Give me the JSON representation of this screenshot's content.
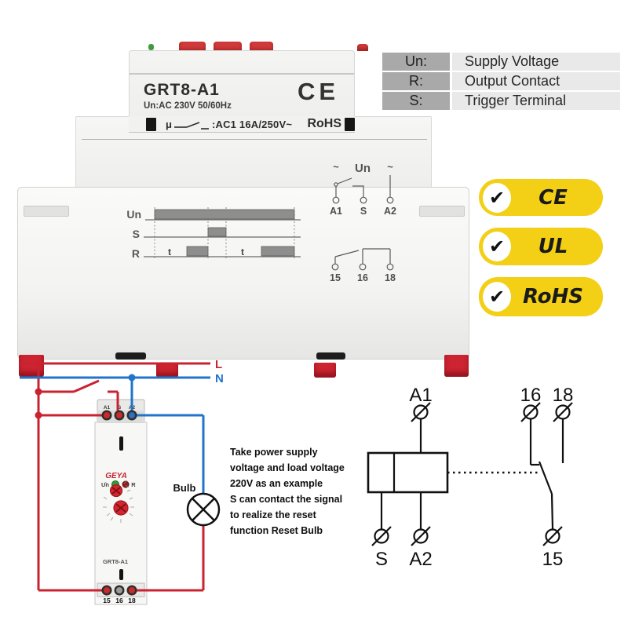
{
  "device": {
    "model": "GRT8-A1",
    "supply_rating": "Un:AC 230V 50/60Hz",
    "mu": "μ",
    "contact_rating": ":AC1 16A/250V~",
    "ce_mark": "CE",
    "rohs_mark": "RoHS",
    "timing": {
      "row_un": "Un",
      "row_s": "S",
      "row_r": "R",
      "t1": "t",
      "t2": "t"
    },
    "coil_diagram": {
      "tilde_left": "~",
      "un": "Un",
      "tilde_right": "~",
      "a1": "A1",
      "s": "S",
      "a2": "A2"
    },
    "contact_diagram": {
      "t15": "15",
      "t16": "16",
      "t18": "18"
    }
  },
  "legend": {
    "rows": [
      {
        "key": "Un:",
        "value": "Supply Voltage"
      },
      {
        "key": "R:",
        "value": "Output Contact"
      },
      {
        "key": "S:",
        "value": "Trigger Terminal"
      }
    ]
  },
  "badges": [
    {
      "check": "✔",
      "label": "CE"
    },
    {
      "check": "✔",
      "label": "UL"
    },
    {
      "check": "✔",
      "label": "RoHS"
    }
  ],
  "wiring": {
    "l_label": "L",
    "n_label": "N",
    "bulb_label": "Bulb",
    "module": {
      "brand": "GEYA",
      "led_un": "Un",
      "led_r": "R",
      "model": "GRT8-A1",
      "a1": "A1",
      "s": "S",
      "a2": "A2",
      "t15": "15",
      "t16": "16",
      "t18": "18"
    },
    "note_lines": [
      "Take power supply",
      "voltage and load voltage",
      "220V as an example",
      "S can contact the signal",
      "to realize the reset",
      "function Reset Bulb"
    ]
  },
  "schematic": {
    "a1": "A1",
    "s": "S",
    "a2": "A2",
    "t15": "15",
    "t16": "16",
    "t18": "18"
  },
  "colors": {
    "wire_red": "#c92332",
    "wire_blue": "#2173cc",
    "badge_yellow": "#f3cf16",
    "legend_key_bg": "#a9a9a9",
    "legend_value_bg": "#e9e9e9"
  }
}
